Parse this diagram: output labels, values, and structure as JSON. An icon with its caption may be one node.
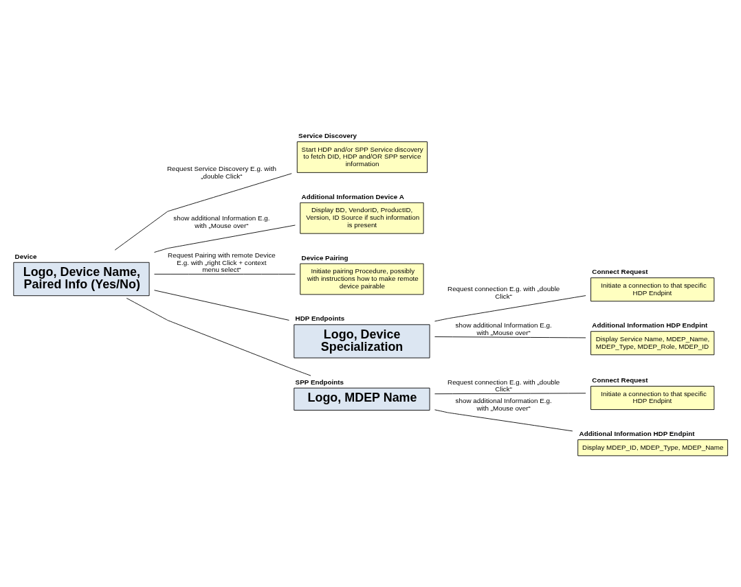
{
  "diagram": {
    "nodes": [
      {
        "text": [
          "Device",
          "Logo, Device Name, Paired Info (Yes/No)"
        ]
      },
      {
        "text": [
          "Service Discovery",
          "Start HDP and/or SPP Service discovery to fetch DID, HDP and/OR SPP service information"
        ]
      },
      {
        "text": [
          "Additional Information Device A",
          "Display BD, VendorID, ProductID, Version, ID Source if such information is present"
        ]
      },
      {
        "text": [
          "Device Pairing",
          "Initiate pairing Procedure, possibly with instructions how to make remote device pairable"
        ]
      },
      {
        "text": [
          "HDP Endpoints",
          "Logo, Device Specialization"
        ]
      },
      {
        "text": [
          "Connect Request",
          "Initiate a connection to that specific HDP Endpint"
        ]
      },
      {
        "text": [
          "Additional Information HDP Endpint",
          "Display Service Name, MDEP_Name, MDEP_Type, MDEP_Role, MDEP_ID"
        ]
      },
      {
        "text": [
          "SPP Endpoints",
          "Logo, MDEP Name"
        ]
      },
      {
        "text": [
          "Connect Request",
          "Initiate a connection to that specific HDP Endpint"
        ]
      },
      {
        "text": [
          "Additional Information HDP Endpint",
          "Display MDEP_ID, MDEP_Type, MDEP_Name"
        ]
      }
    ],
    "edges": [
      {
        "from": 0,
        "to": 1,
        "arrow": "none",
        "label": "Request Service Discovery E.g. with „double Click“"
      },
      {
        "from": 0,
        "to": 2,
        "arrow": "none",
        "label": "show additional Information E.g. with „Mouse over“"
      },
      {
        "from": 0,
        "to": 3,
        "arrow": "none",
        "label": "Request Pairing with remote Device E.g. with „right Click + context menu select“"
      },
      {
        "from": 0,
        "to": 4,
        "arrow": "none"
      },
      {
        "from": 0,
        "to": 7,
        "arrow": "none"
      },
      {
        "from": 4,
        "to": 5,
        "arrow": "none",
        "label": "Request connection E.g. with „double Click“"
      },
      {
        "from": 4,
        "to": 6,
        "arrow": "none",
        "label": "show additional Information E.g. with „Mouse over“"
      },
      {
        "from": 7,
        "to": 8,
        "arrow": "none",
        "label": "Request connection E.g. with „double Click“"
      },
      {
        "from": 7,
        "to": 9,
        "arrow": "none",
        "label": "show additional Information E.g. with „Mouse over“"
      }
    ]
  }
}
